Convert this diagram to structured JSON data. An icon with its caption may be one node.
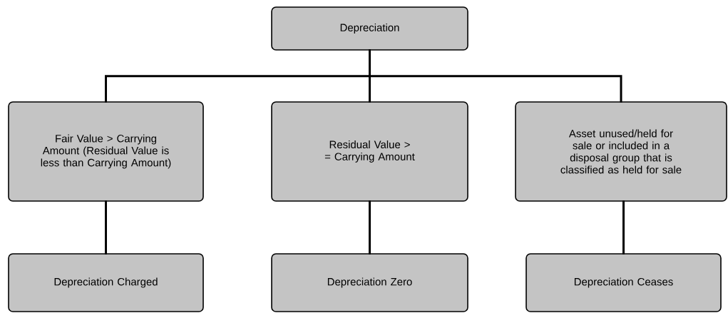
{
  "diagram": {
    "nodes": [
      {
        "text": [
          "Depreciation"
        ]
      },
      {
        "text": [
          "Fair Value > Carrying Amount (Residual Value is less than Carrying Amount)"
        ]
      },
      {
        "text": [
          "Residual Value > = Carrying Amount"
        ]
      },
      {
        "text": [
          "Asset unused/held for sale or included in a disposal group that is classified as held for sale"
        ]
      },
      {
        "text": [
          "Depreciation Charged"
        ]
      },
      {
        "text": [
          "Depreciation Zero"
        ]
      },
      {
        "text": [
          "Depreciation Ceases"
        ]
      }
    ],
    "edges": [
      {
        "from": 0,
        "to": 1,
        "arrow": "none"
      },
      {
        "from": 0,
        "to": 2,
        "arrow": "none"
      },
      {
        "from": 0,
        "to": 3,
        "arrow": "none"
      },
      {
        "from": 1,
        "to": 4,
        "arrow": "none"
      },
      {
        "from": 2,
        "to": 5,
        "arrow": "none"
      },
      {
        "from": 3,
        "to": 6,
        "arrow": "none"
      }
    ]
  }
}
